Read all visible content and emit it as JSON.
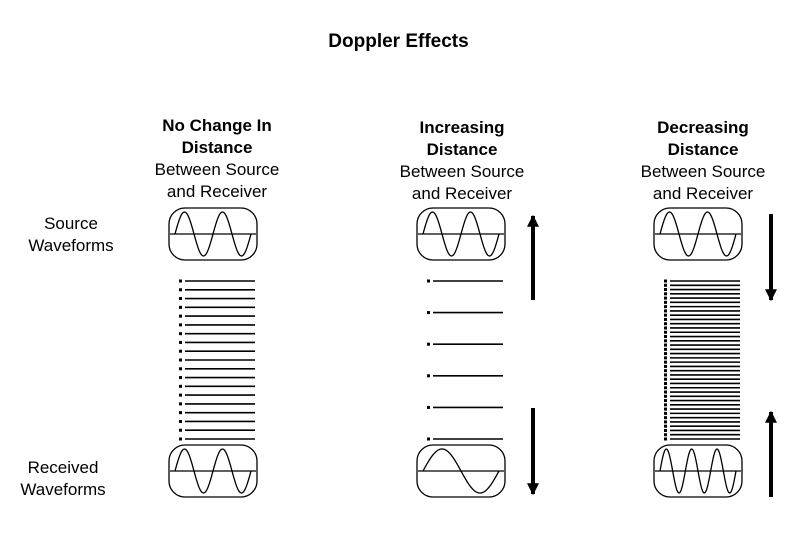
{
  "title": "Doppler Effects",
  "row_labels": {
    "source": [
      "Source",
      "Waveforms"
    ],
    "received": [
      "Received",
      "Waveforms"
    ]
  },
  "columns": [
    {
      "heading_bold": [
        "No Change In",
        "Distance"
      ],
      "heading_regular": [
        "Between Source",
        "and Receiver"
      ],
      "source_cycles": 2,
      "received_cycles": 2,
      "wavefront_count": 19,
      "arrow": "none"
    },
    {
      "heading_bold": [
        "Increasing",
        "Distance"
      ],
      "heading_regular": [
        "Between Source",
        "and Receiver"
      ],
      "source_cycles": 2,
      "received_cycles": 1,
      "wavefront_count": 6,
      "arrow": "apart"
    },
    {
      "heading_bold": [
        "Decreasing",
        "Distance"
      ],
      "heading_regular": [
        "Between Source",
        "and Receiver"
      ],
      "source_cycles": 2,
      "received_cycles": 3,
      "wavefront_count": 38,
      "arrow": "together"
    }
  ]
}
